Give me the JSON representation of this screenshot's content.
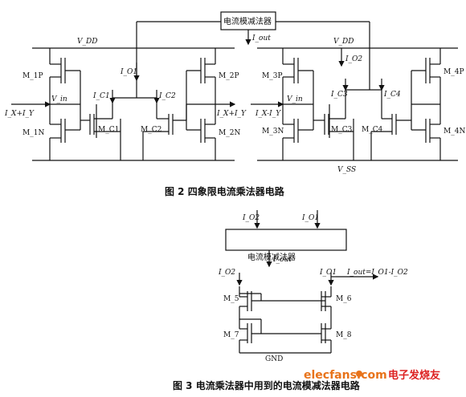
{
  "figure2": {
    "block": "电流模减法器",
    "vdd_left": "V_DD",
    "vdd_right": "V_DD",
    "vss": "V_SS",
    "iout": "I_out",
    "io1": "I_O1",
    "io2": "I_O2",
    "ic1": "I_C1",
    "ic2": "I_C2",
    "ic3": "I_C3",
    "ic4": "I_C4",
    "vin_left": "V_in",
    "vin_right": "V_in",
    "in_left": "I_X+I_Y",
    "in_right": "I_X-I_Y",
    "out_left": "I_X+I_Y",
    "m1p": "M_1P",
    "m1n": "M_1N",
    "m2p": "M_2P",
    "m2n": "M_2N",
    "m3p": "M_3P",
    "m3n": "M_3N",
    "mc1": "M_C1",
    "mc2": "M_C2",
    "mc3": "M_C3",
    "mc4": "M_C4",
    "m4p": "M_4P",
    "m4n": "M_4N",
    "caption": "图 2   四象限电流乘法器电路"
  },
  "figure3": {
    "block": "电流模减法器",
    "io2_top": "I_O2",
    "io1_top": "I_O1",
    "iout": "I_out",
    "io2": "I_O2",
    "io1": "I_O1",
    "out_eq": "I_out=I_O1-I_O2",
    "m5": "M_5",
    "m6": "M_6",
    "m7": "M_7",
    "m8": "M_8",
    "gnd": "GND",
    "caption": "图 3   电流乘法器中用到的电流模减法器电路"
  },
  "watermark": {
    "site": "elecfans.com",
    "cn": "电子发烧友"
  },
  "colors": {
    "ink": "#111111",
    "wm_orange": "#e8731a",
    "wm_red": "#d22"
  }
}
